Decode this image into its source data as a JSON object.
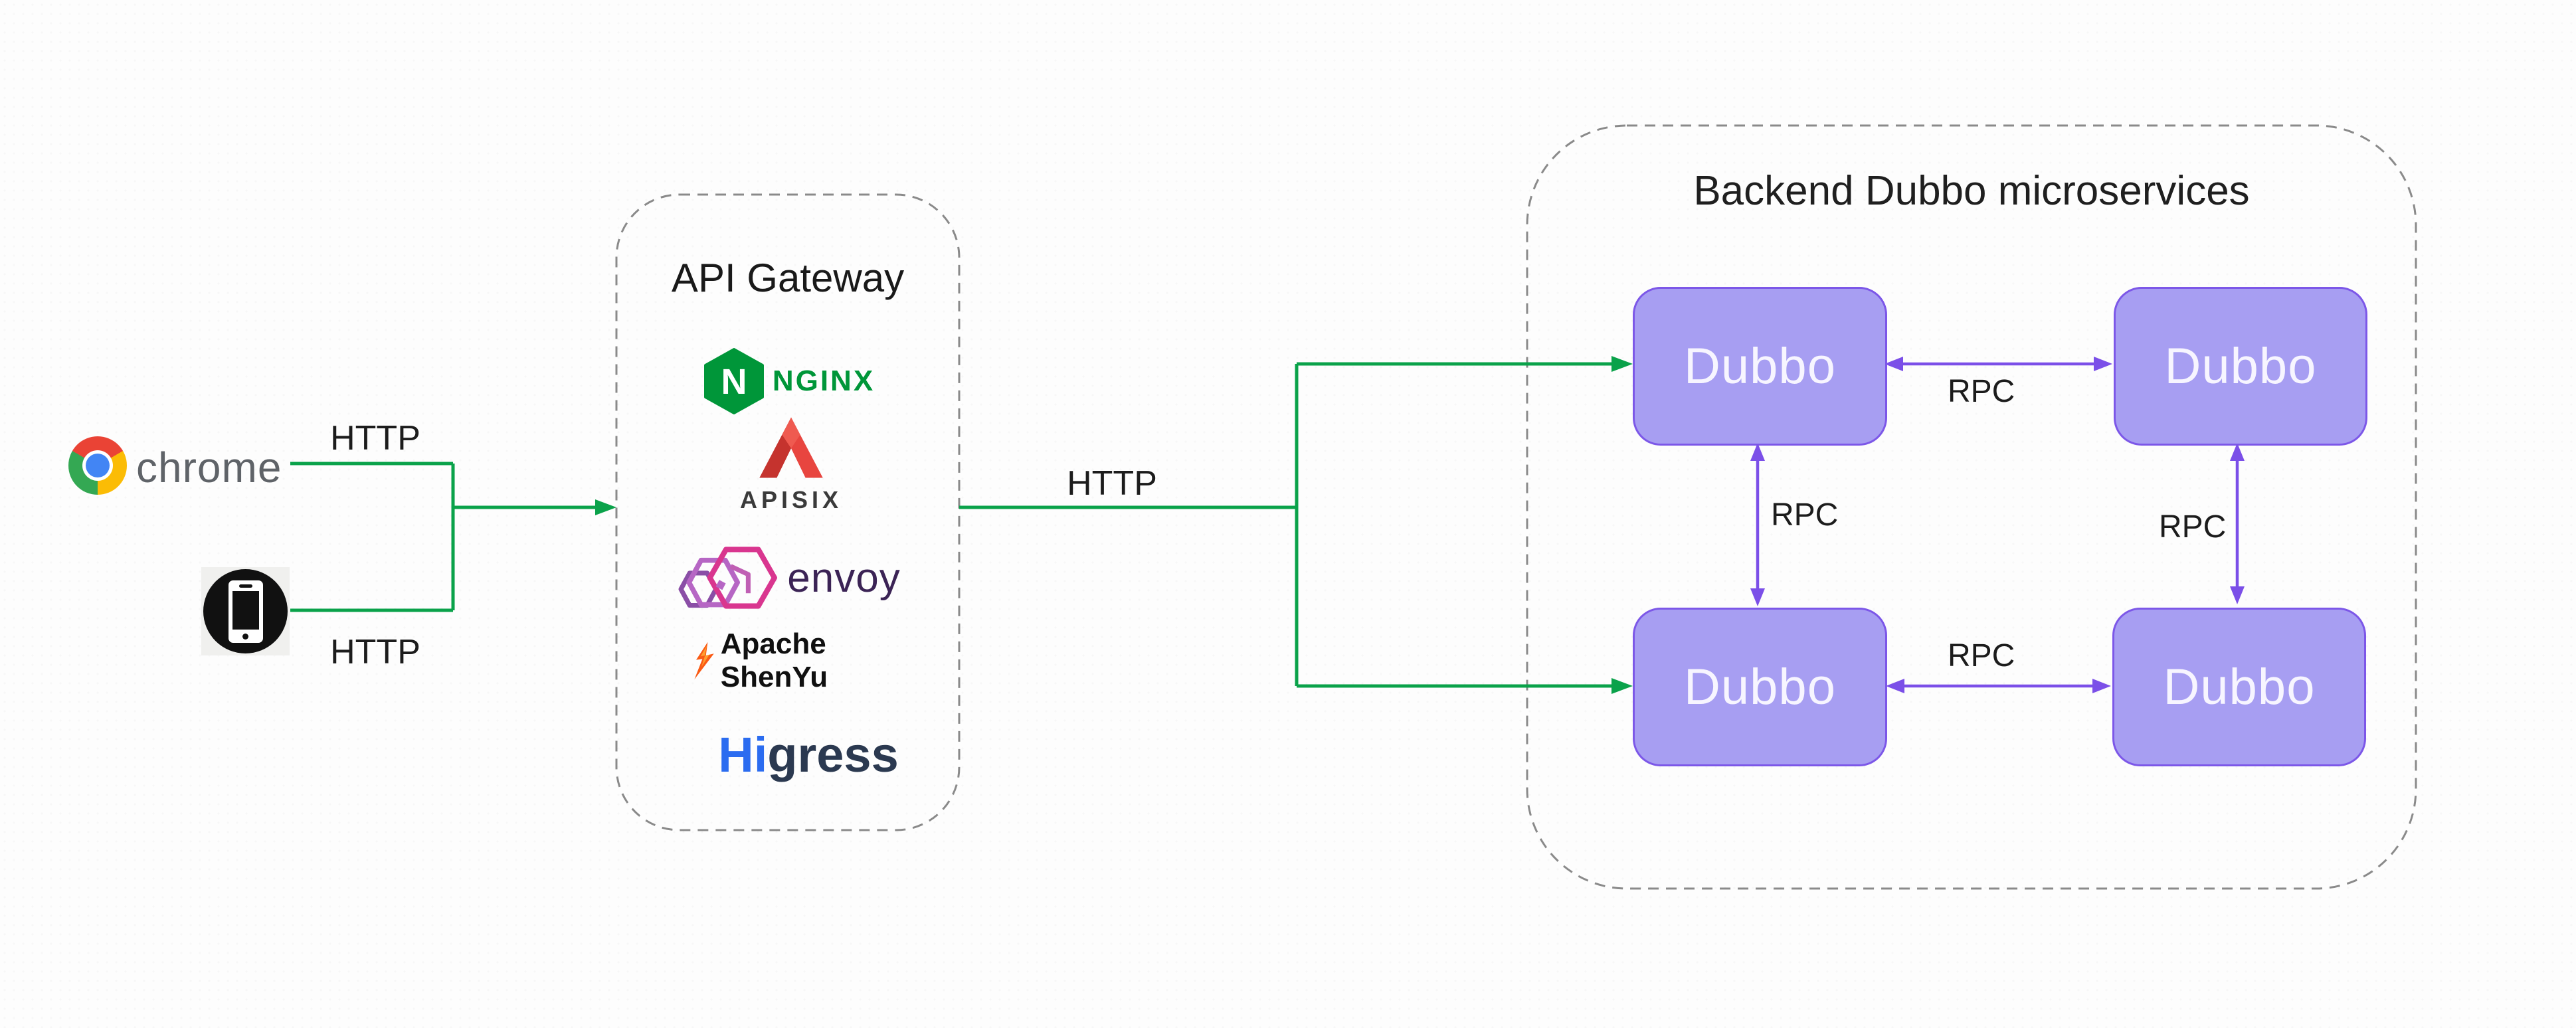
{
  "clients": {
    "browser": {
      "label": "chrome",
      "icon": "chrome-logo"
    },
    "mobile": {
      "icon": "mobile-device-icon"
    }
  },
  "connections": {
    "http_top": "HTTP",
    "http_bottom": "HTTP",
    "http_middle": "HTTP",
    "rpc_top_horizontal": "RPC",
    "rpc_bottom_horizontal": "RPC",
    "rpc_left_vertical": "RPC",
    "rpc_right_vertical": "RPC"
  },
  "api_gateway": {
    "title": "API Gateway",
    "products": [
      {
        "name": "NGINX",
        "letter": "N",
        "wordmark": "NGINX"
      },
      {
        "name": "APISIX",
        "wordmark": "APISIX"
      },
      {
        "name": "Envoy",
        "wordmark": "envoy"
      },
      {
        "name": "Apache ShenYu",
        "wordmark": "Apache ShenYu"
      },
      {
        "name": "Higress",
        "wordmark_hi": "Hi",
        "wordmark_rest": "gress"
      }
    ]
  },
  "backend": {
    "title": "Backend Dubbo microservices",
    "nodes": [
      {
        "label": "Dubbo"
      },
      {
        "label": "Dubbo"
      },
      {
        "label": "Dubbo"
      },
      {
        "label": "Dubbo"
      }
    ]
  },
  "colors": {
    "http_line": "#0aa24a",
    "rpc_line": "#7b4fe8",
    "node_fill": "#a79ef2",
    "node_border": "#7c57e8",
    "dashed_border": "#8a8a8a",
    "nginx_green": "#009639",
    "apisix_red": "#e8453f",
    "envoy_pink": "#d9368f",
    "envoy_text": "#3b2355",
    "shenyu_orange": "#fa5a14",
    "higress_blue": "#2b6cf0",
    "chrome_text_gray": "#5f6368"
  }
}
